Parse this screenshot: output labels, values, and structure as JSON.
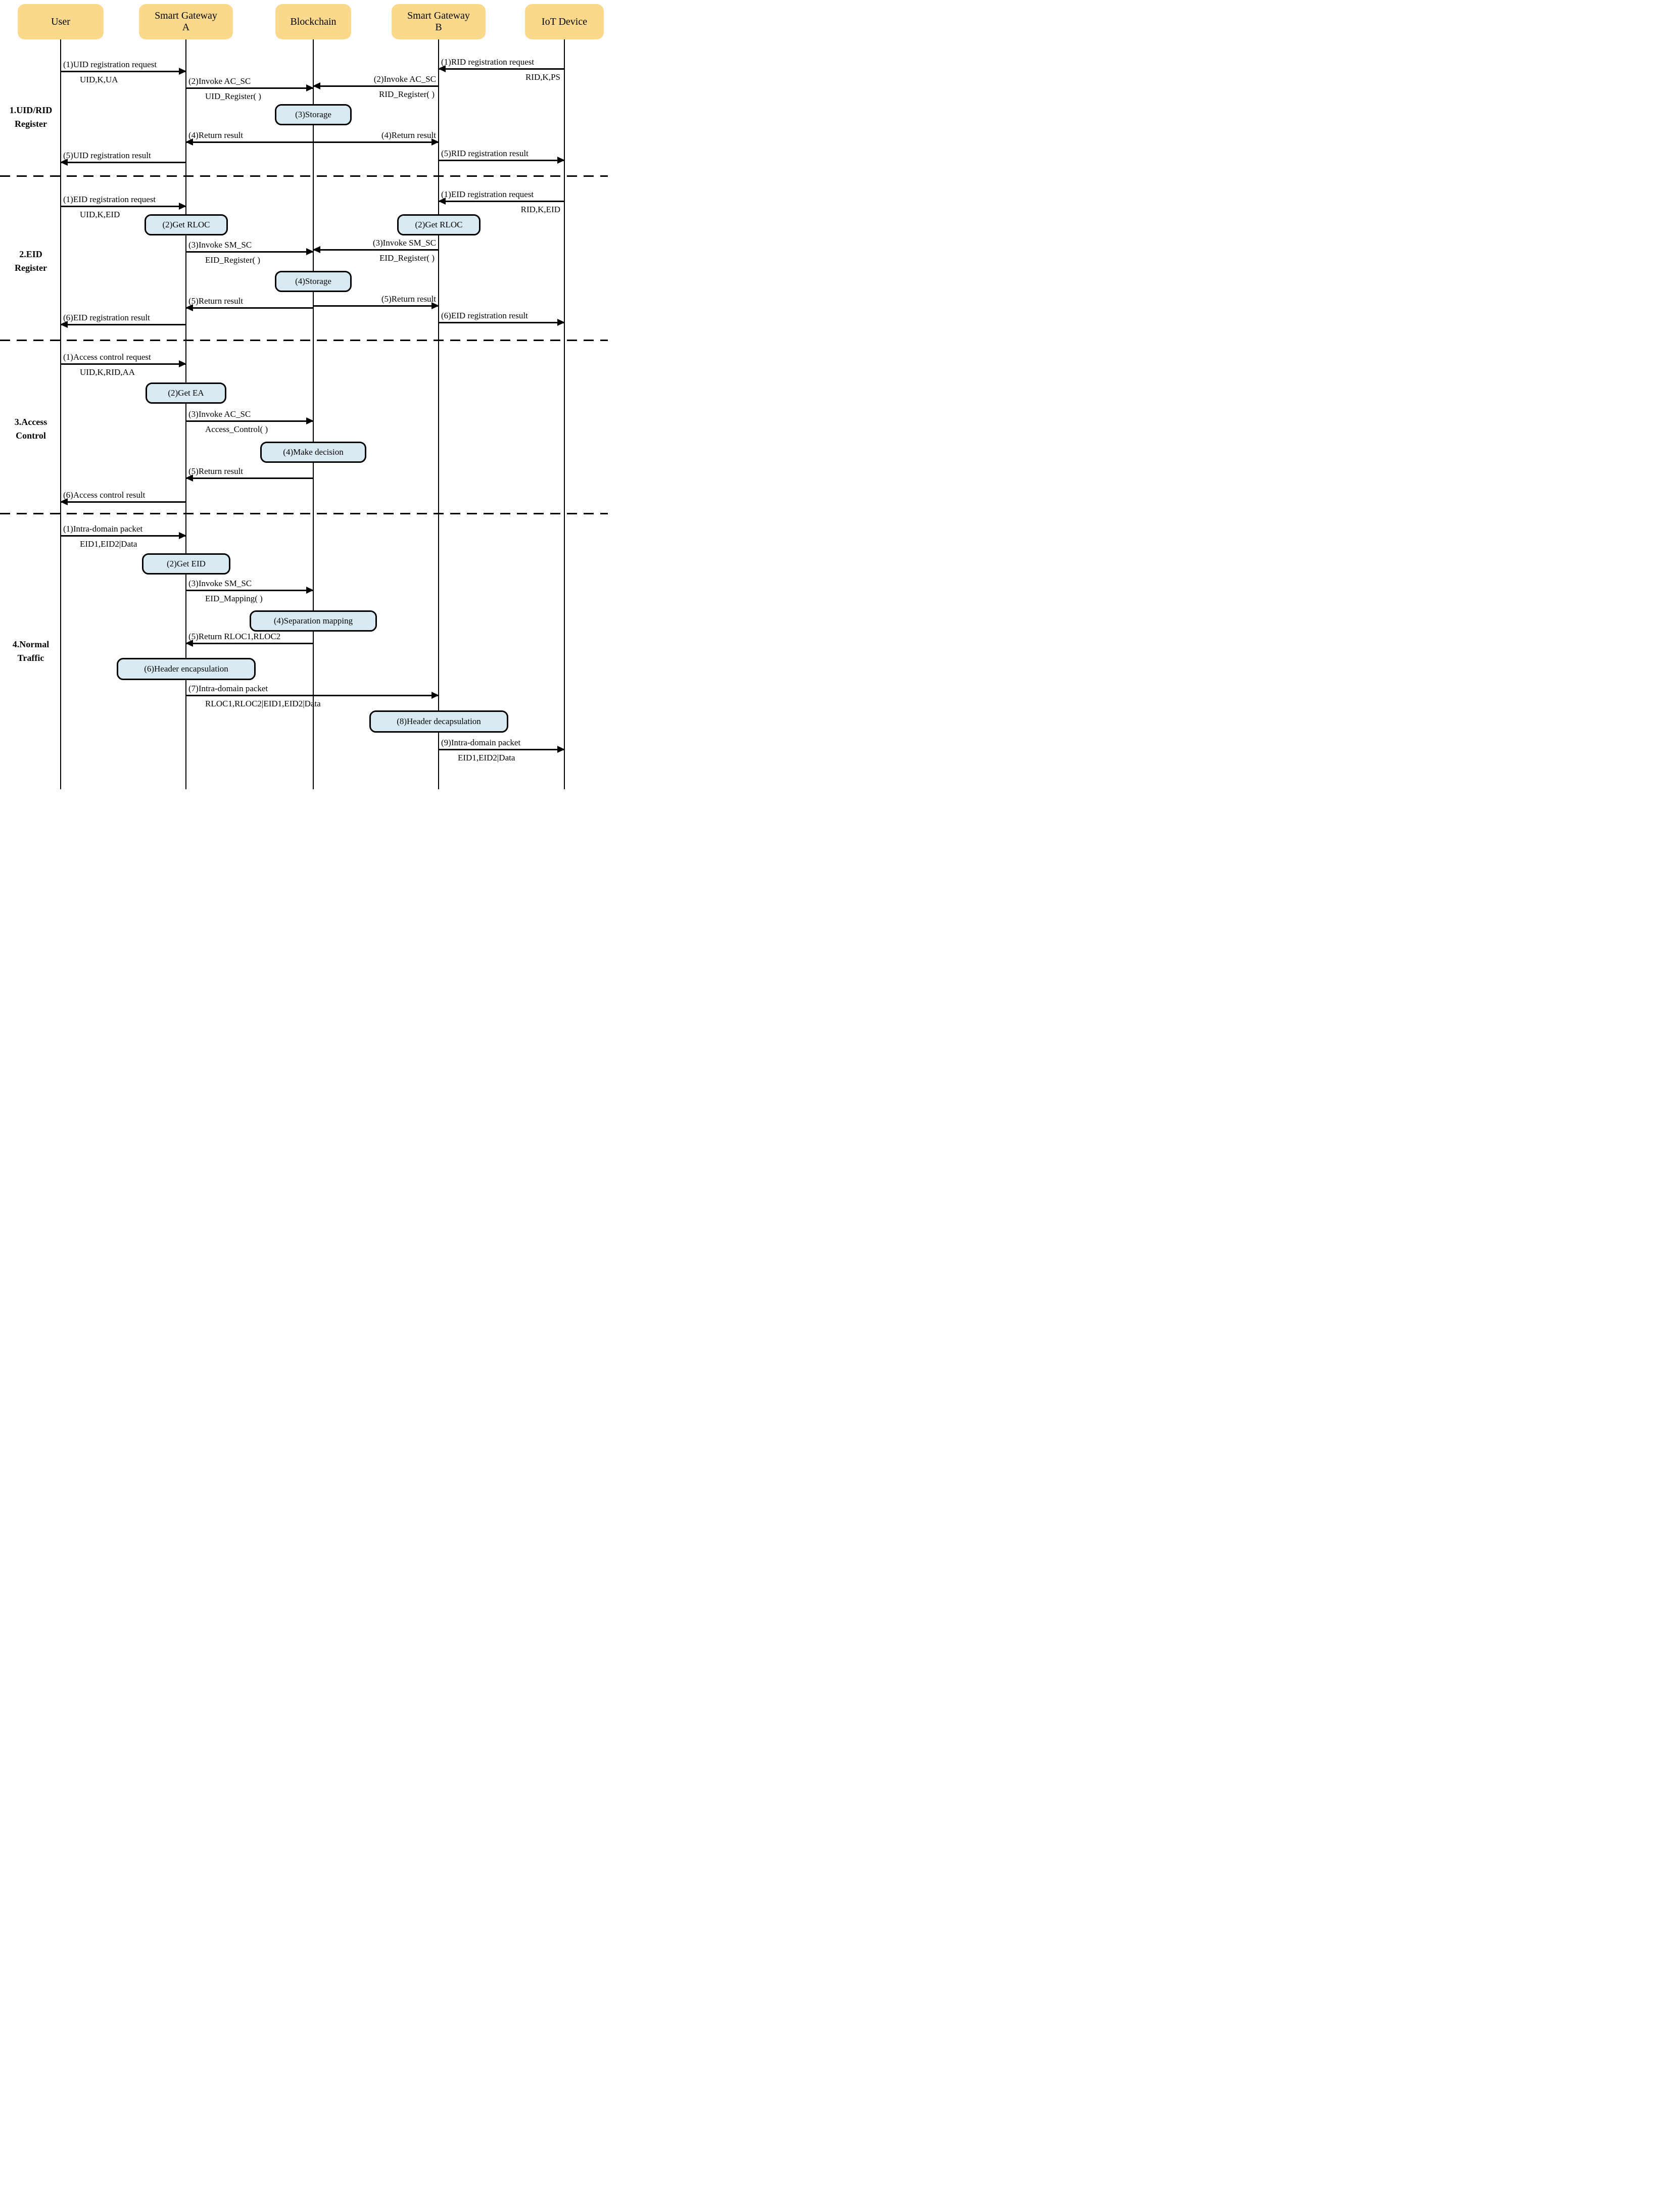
{
  "figure": {
    "background": "#FFFFFF",
    "actor_fill": "#FAD98C",
    "action_fill": "#D9EAF3",
    "line_color": "#000000"
  },
  "actors": {
    "user": "User",
    "gateway_a": "Smart Gateway\nA",
    "blockchain": "Blockchain",
    "gateway_b": "Smart Gateway\nB",
    "iot_device": "IoT Device"
  },
  "phase_labels": {
    "p1": "1.UID/RID\nRegister",
    "p2": "2.EID\nRegister",
    "p3": "3.Access\nControl",
    "p4": "4.Normal\nTraffic"
  },
  "p1": {
    "m1_left_title": "(1)UID registration request",
    "m1_left_param": "UID,K,UA",
    "m1_right_title": "(1)RID registration request",
    "m1_right_param": "RID,K,PS",
    "m2_left_title": "(2)Invoke AC_SC",
    "m2_left_param": "UID_Register( )",
    "m2_right_title": "(2)Invoke AC_SC",
    "m2_right_param": "RID_Register( )",
    "b3": "(3)Storage",
    "m4_left_title": "(4)Return result",
    "m4_right_title": "(4)Return result",
    "m5_left_title": "(5)UID registration result",
    "m5_right_title": "(5)RID registration result"
  },
  "p2": {
    "m1_left_title": "(1)EID registration request",
    "m1_left_param": "UID,K,EID",
    "m1_right_title": "(1)EID registration request",
    "m1_right_param": "RID,K,EID",
    "b2_left": "(2)Get RLOC",
    "b2_right": "(2)Get RLOC",
    "m3_left_title": "(3)Invoke SM_SC",
    "m3_left_param": "EID_Register( )",
    "m3_right_title": "(3)Invoke SM_SC",
    "m3_right_param": "EID_Register( )",
    "b4": "(4)Storage",
    "m5_left_title": "(5)Return result",
    "m5_right_title": "(5)Return result",
    "m6_left_title": "(6)EID registration result",
    "m6_right_title": "(6)EID registration result"
  },
  "p3": {
    "m1_title": "(1)Access control request",
    "m1_param": "UID,K,RID,AA",
    "b2": "(2)Get EA",
    "m3_title": "(3)Invoke AC_SC",
    "m3_param": "Access_Control( )",
    "b4": "(4)Make decision",
    "m5_title": "(5)Return result",
    "m6_title": "(6)Access control result"
  },
  "p4": {
    "m1_title": "(1)Intra-domain packet",
    "m1_param": "EID1,EID2|Data",
    "b2": "(2)Get EID",
    "m3_title": "(3)Invoke SM_SC",
    "m3_param": "EID_Mapping( )",
    "b4": "(4)Separation mapping",
    "m5_title": "(5)Return RLOC1,RLOC2",
    "b6": "(6)Header encapsulation",
    "m7_title": "(7)Intra-domain packet",
    "m7_param": "RLOC1,RLOC2|EID1,EID2|Data",
    "b8": "(8)Header decapsulation",
    "m9_title": "(9)Intra-domain packet",
    "m9_param": "EID1,EID2|Data"
  }
}
